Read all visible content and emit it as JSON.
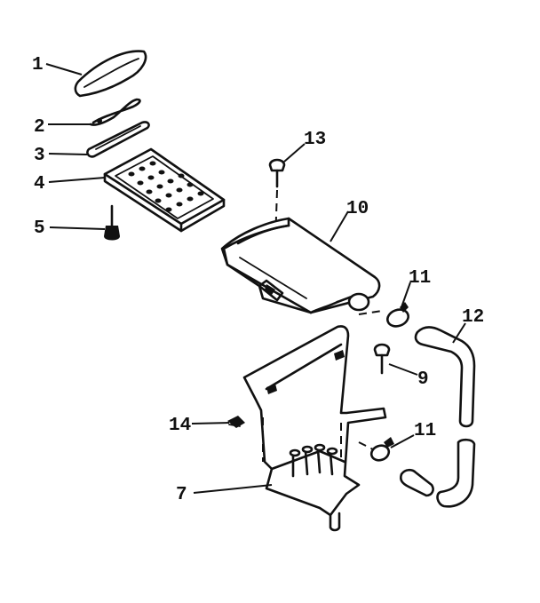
{
  "callouts": {
    "c1": "1",
    "c2": "2",
    "c3": "3",
    "c4": "4",
    "c5": "5",
    "c7": "7",
    "c9": "9",
    "c10": "10",
    "c11a": "11",
    "c11b": "11",
    "c12": "12",
    "c13": "13",
    "c14": "14"
  }
}
